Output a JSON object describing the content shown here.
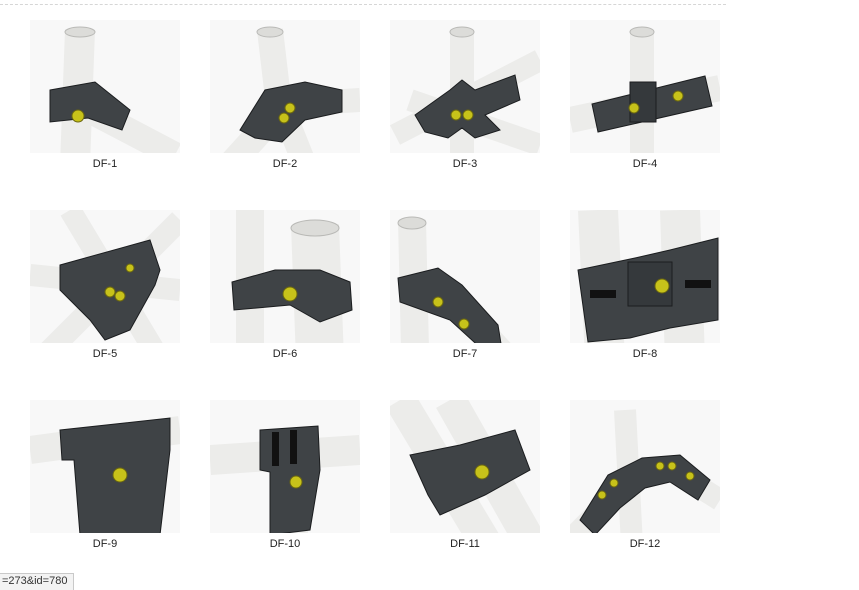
{
  "colors": {
    "tube": "#ececea",
    "tube_edge": "#b9b9b6",
    "fitting": "#3f4346",
    "fitting_edge": "#1b1d1f",
    "screw": "#c7c21a",
    "accent_text": "#222222"
  },
  "products": [
    {
      "code": "DF-1",
      "image_icon": "pipe-joint-icon"
    },
    {
      "code": "DF-2",
      "image_icon": "pipe-joint-icon"
    },
    {
      "code": "DF-3",
      "image_icon": "pipe-joint-icon"
    },
    {
      "code": "DF-4",
      "image_icon": "pipe-joint-icon"
    },
    {
      "code": "DF-5",
      "image_icon": "pipe-joint-icon"
    },
    {
      "code": "DF-6",
      "image_icon": "pipe-joint-icon"
    },
    {
      "code": "DF-7",
      "image_icon": "pipe-joint-icon"
    },
    {
      "code": "DF-8",
      "image_icon": "pipe-joint-icon"
    },
    {
      "code": "DF-9",
      "image_icon": "pipe-joint-icon"
    },
    {
      "code": "DF-10",
      "image_icon": "pipe-joint-icon"
    },
    {
      "code": "DF-11",
      "image_icon": "pipe-joint-icon"
    },
    {
      "code": "DF-12",
      "image_icon": "pipe-joint-icon"
    }
  ],
  "status_bar": {
    "url_fragment": "=273&id=780"
  }
}
